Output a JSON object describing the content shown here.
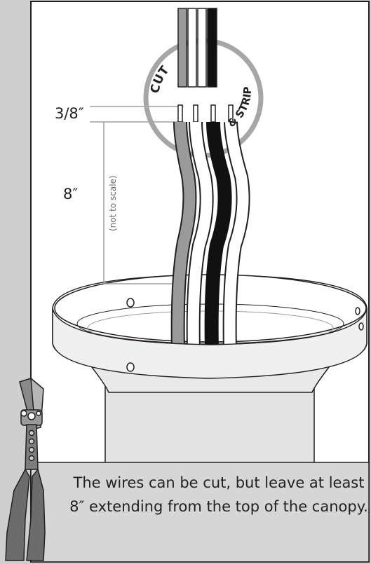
{
  "labels": {
    "cut": "CUT",
    "strip": "& STRIP",
    "dim_short": "3/8″",
    "dim_long": "8″",
    "not_to_scale": "(not to scale)"
  },
  "caption": "The wires can be cut, but leave at least 8″ extending from the top of the canopy.",
  "colors": {
    "background": "#cfcfcf",
    "panel": "#ffffff",
    "caption_panel": "#d6d6d6",
    "outline": "#231f20",
    "gray_wire": "#9a9a9a",
    "black_wire": "#111111",
    "callout_circle": "#a6a6a6",
    "dimension_line": "#9d9d9d"
  },
  "icons": [
    "wire-stripper-pliers-icon"
  ]
}
